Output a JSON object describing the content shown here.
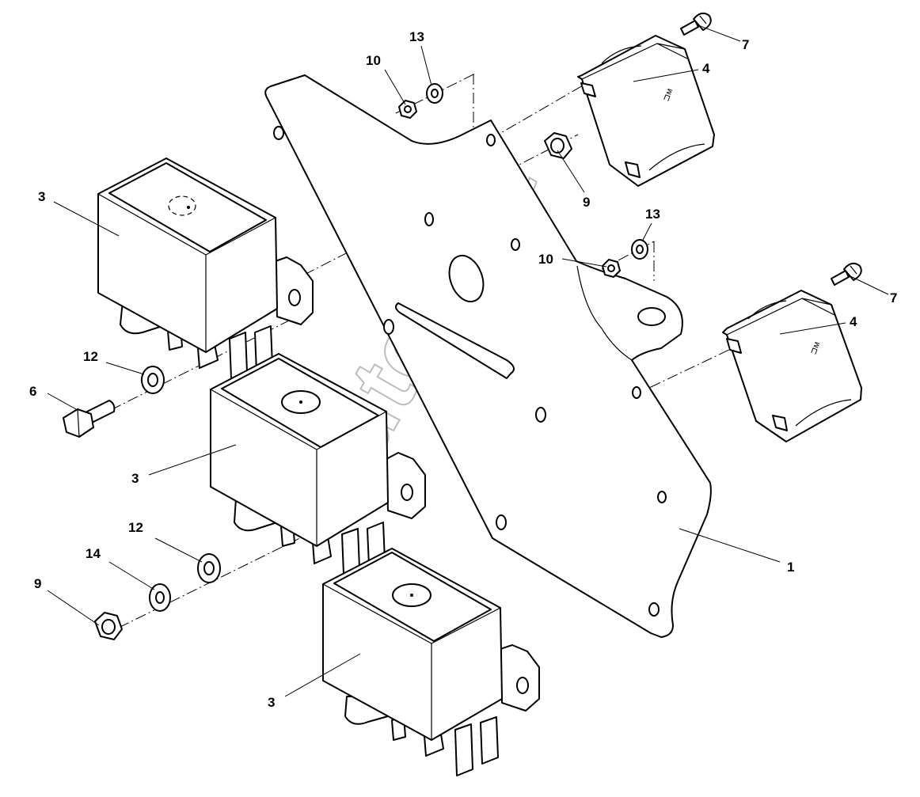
{
  "watermark": "AutoSoft",
  "callouts": {
    "c1": "1",
    "c3a": "3",
    "c3b": "3",
    "c3c": "3",
    "c4a": "4",
    "c4b": "4",
    "c6": "6",
    "c7a": "7",
    "c7b": "7",
    "c9a": "9",
    "c9b": "9",
    "c10a": "10",
    "c10b": "10",
    "c12a": "12",
    "c12b": "12",
    "c13a": "13",
    "c13b": "13",
    "c14": "14"
  },
  "cover_marking": "⊐ᴍ"
}
